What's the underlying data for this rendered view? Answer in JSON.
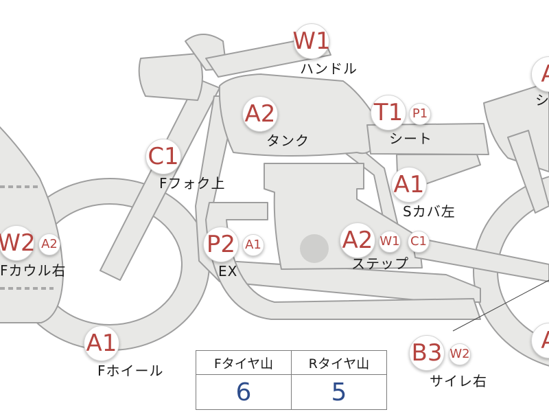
{
  "diagram": {
    "parts": {
      "handle": {
        "label": "ハンドル",
        "codes": [
          "W1"
        ]
      },
      "tank": {
        "label": "タンク",
        "codes": [
          "A2"
        ]
      },
      "seat": {
        "label": "シート",
        "codes": [
          "T1",
          "P1"
        ]
      },
      "fork_upper": {
        "label": "Fフォク上",
        "codes": [
          "C1"
        ]
      },
      "side_cover_left": {
        "label": "Sカバ左",
        "codes": [
          "A1"
        ]
      },
      "step": {
        "label": "ステップ",
        "codes": [
          "A2",
          "W1",
          "C1"
        ]
      },
      "exhaust": {
        "label": "EX",
        "codes": [
          "P2",
          "A1"
        ]
      },
      "front_cowl_right": {
        "label": "Fカウル右",
        "codes": [
          "W2",
          "A2"
        ]
      },
      "front_wheel": {
        "label": "Fホイール",
        "codes": [
          "A1"
        ]
      },
      "muffler_right": {
        "label": "サイレ右",
        "codes": [
          "B3",
          "W2"
        ]
      },
      "edge_top_right": {
        "label": "シ",
        "codes": [
          "A"
        ]
      },
      "edge_bottom_right": {
        "label": "",
        "codes": [
          "A"
        ]
      }
    },
    "tread_table": {
      "headers": [
        "Fタイヤ山",
        "Rタイヤ山"
      ],
      "values": [
        "6",
        "5"
      ]
    },
    "colors": {
      "bike_fill": "#e8e8e6",
      "bike_stroke": "#9e9e9e",
      "code_text": "#b5443f",
      "tread_value": "#2e4d8c"
    }
  }
}
